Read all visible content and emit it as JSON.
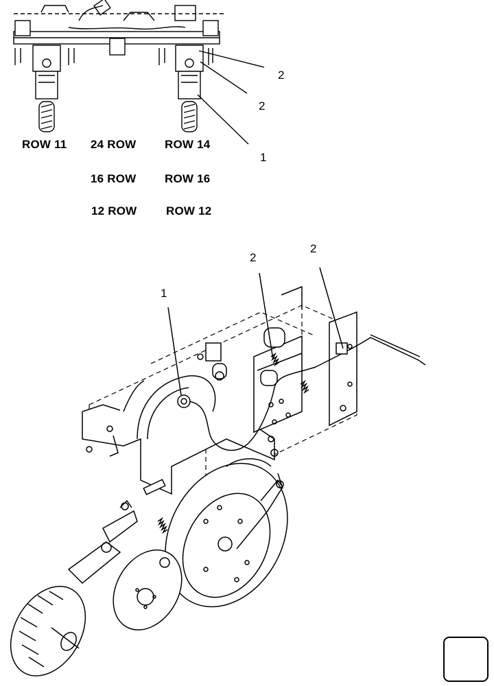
{
  "row_labels": {
    "col1": [
      "ROW 11"
    ],
    "col2": [
      "24 ROW",
      "16 ROW",
      "12 ROW"
    ],
    "col3": [
      "ROW 14",
      "ROW 16",
      "ROW 12"
    ]
  },
  "callouts": {
    "top_a": "2",
    "top_b": "2",
    "top_c": "1",
    "main_1": "1",
    "main_2a": "2",
    "main_2b": "2"
  },
  "icons": {
    "nav": "next-page-arrow-icon"
  }
}
